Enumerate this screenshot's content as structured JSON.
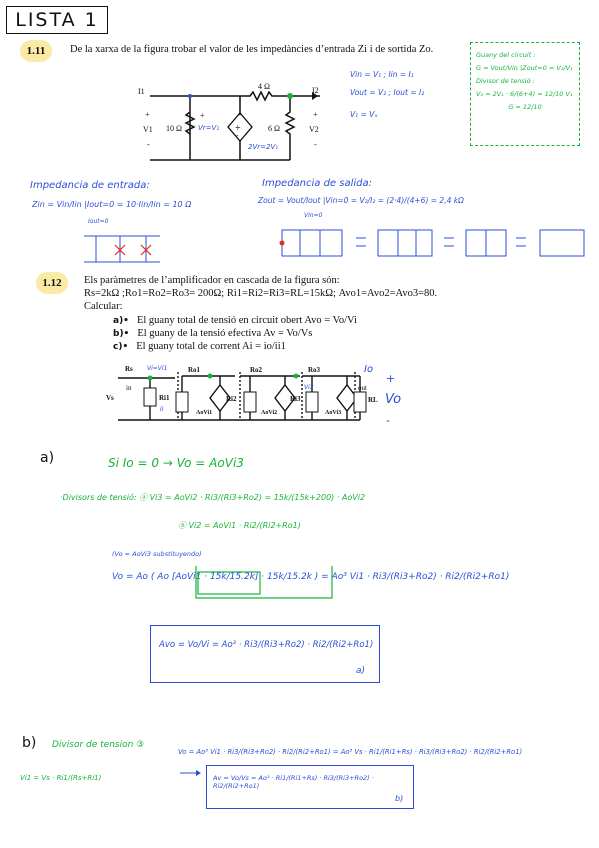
{
  "title": "LISTA 1",
  "p11": {
    "number": "1.11",
    "text": "De la xarxa de la figura trobar el valor de les impedàncies d’entrada Zi i de sortida Zo.",
    "circuit": {
      "i1": "I1",
      "i2": "I2",
      "v1": "V1",
      "v2": "V2",
      "r1": "10 Ω",
      "r2": "4 Ω",
      "r3": "6 Ω",
      "vr": "Vr=V₁",
      "src": "2Vr=2V₁",
      "plus": "+",
      "minus": "-"
    },
    "notes_blue": [
      "Vin = V₁  ; Iin = I₁",
      "Vout = V₂  ; Iout = I₂",
      "V₁ = Vₓ"
    ],
    "green_box": [
      "Guany del circuit :",
      "G = Vout/Vin |Zout=0 = V₂/V₁",
      "Divisor de tensió :",
      "V₂ = 2V₁ · 6/(6+4) = 12/10 V₁",
      "G = 12/10"
    ],
    "input_imp": {
      "heading": "Impedancia de entrada:",
      "formula": "Zin = Vin/Iin |Iout=0 = 10·Iin/Iin = 10 Ω",
      "note": "Iout=0"
    },
    "output_imp": {
      "heading": "Impedancia de salida:",
      "formula": "Zout = Vout/Iout |Vin=0 = V₂/I₂ = (2·4)/(4+6) = 2,4 kΩ",
      "note": "Vin=0"
    }
  },
  "p12": {
    "number": "1.12",
    "line1": "Els paràmetres de l’amplificador en cascada de la figura són:",
    "line2": "Rs=2kΩ ;Ro1=Ro2=Ro3= 200Ω; Ri1=Ri2=Ri3=RL=15kΩ; Avo1=Avo2=Avo3=80.",
    "line3": "Calcular:",
    "items": [
      {
        "mark": "a)•",
        "text": "El guany total de tensió en circuit obert  Avo = Vo/Vi"
      },
      {
        "mark": "b)•",
        "text": "El guany de la tensió efectiva Av = Vo/Vs"
      },
      {
        "mark": "c)•",
        "text": "El guany total de corrent Ai = io/ii1"
      }
    ],
    "circuit_labels": [
      "Rs",
      "Vi=Vi1",
      "in",
      "Vs",
      "Ri1",
      "Ii",
      "Ro1",
      "AoVi1",
      "Ri2",
      "Ro2",
      "AoVi2",
      "Ri3",
      "Vi3",
      "Ro3",
      "AoVi3",
      "out",
      "RL",
      "Io",
      "Vo",
      "+",
      "-"
    ]
  },
  "sol_a": {
    "label": "a)",
    "line1": "Si Io = 0 → Vo = AoVi3",
    "line2": "·Divisors de tensió: ⓐ Vi3 = AoVi2 · Ri3/(Ri3+Ro2) = 15k/(15k+200) · AoVi2",
    "line3": "ⓑ Vi2 = AoVi1 · Ri2/(Ri2+Ro1)",
    "line4": "(Vo = AoVi3 substituyendo)",
    "line5": "Vo = Ao ( Ao [AoVi1 · 15k/15.2k] · 15k/15.2k ) = Ao³ Vi1 · Ri3/(Ri3+Ro2) · Ri2/(Ri2+Ro1)",
    "boxed": "Avo = Vo/Vi = Ao³ · Ri3/(Ri3+Ro2) · Ri2/(Ri2+Ro1)",
    "box_tag": "a)"
  },
  "sol_b": {
    "label": "b)",
    "heading": "Divisor de tension ③",
    "line1": "Vi1 = Vs · Ri1/(Rs+Ri1)",
    "line2": "Vo = Ao³ Vi1 · Ri3/(Ri3+Ro2) · Ri2/(Ri2+Ro1) = Ao³ Vs · Ri1/(Ri1+Rs) · Ri3/(Ri3+Ro2) · Ri2/(Ri2+Ro1)",
    "boxed": "Av = Vo/Vs = Ao³ · Ri1/(Ri1+Rs) · Ri3/(Ri3+Ro2) · Ri2/(Ri2+Ro1)",
    "box_tag": "b)"
  },
  "colors": {
    "blue": "#2a4fd6",
    "green": "#17b33a",
    "badge": "#fbe9a6",
    "red": "#e0301e"
  }
}
